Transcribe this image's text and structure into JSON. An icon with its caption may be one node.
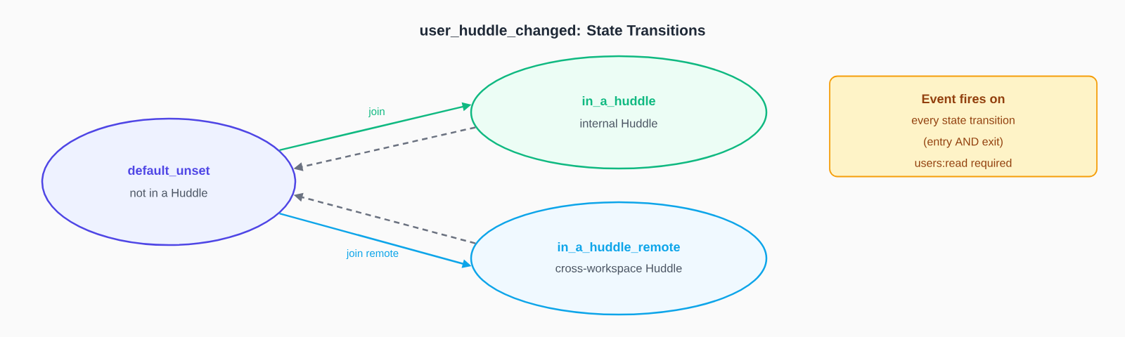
{
  "diagram": {
    "title": "user_huddle_changed: State Transitions",
    "nodes": [
      {
        "text": [
          "default_unset",
          "not in a Huddle"
        ]
      },
      {
        "text": [
          "in_a_huddle",
          "internal Huddle"
        ]
      },
      {
        "text": [
          "in_a_huddle_remote",
          "cross-workspace Huddle"
        ]
      },
      {
        "text": [
          "Event fires on",
          "every state transition",
          "(entry AND exit)",
          "users:read required"
        ]
      }
    ],
    "edges": [
      {
        "from": 0,
        "to": 1,
        "arrow": "to",
        "label": "join",
        "color": "#10b981"
      },
      {
        "from": 1,
        "to": 0,
        "arrow": "to",
        "style": "dashed",
        "color": "#6b7280"
      },
      {
        "from": 0,
        "to": 2,
        "arrow": "to",
        "label": "join remote",
        "color": "#0ea5e9"
      },
      {
        "from": 2,
        "to": 0,
        "arrow": "to",
        "style": "dashed",
        "color": "#6b7280"
      }
    ]
  }
}
